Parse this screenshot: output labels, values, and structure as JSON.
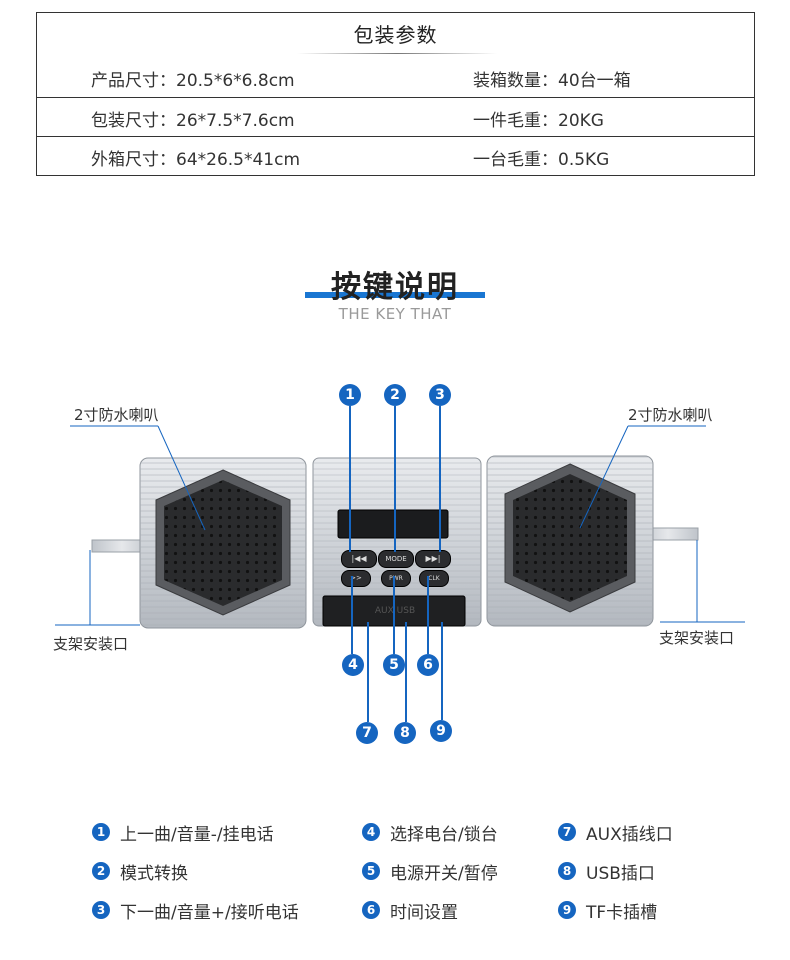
{
  "spec": {
    "title": "包装参数",
    "rows": [
      {
        "left": "产品尺寸：20.5*6*6.8cm",
        "right": "装箱数量：40台一箱"
      },
      {
        "left": "包装尺寸：26*7.5*7.6cm",
        "right": "一件毛重：20KG"
      },
      {
        "left": "外箱尺寸：64*26.5*41cm",
        "right": "一台毛重：0.5KG"
      }
    ]
  },
  "keys": {
    "title": "按键说明",
    "subtitle": "THE KEY THAT"
  },
  "diagram": {
    "callouts": {
      "speaker_left": "2寸防水喇叭",
      "speaker_right": "2寸防水喇叭",
      "mount_left": "支架安装口",
      "mount_right": "支架安装口"
    },
    "buttons": {
      "prev": "|◀◀",
      "mode": "MODE",
      "next": "▶▶|",
      "fwd": ">>",
      "pwr": "PWR",
      "clk": "CLK"
    },
    "port_label": "AUX    USB",
    "numbers": [
      "1",
      "2",
      "3",
      "4",
      "5",
      "6",
      "7",
      "8",
      "9"
    ]
  },
  "legend": [
    {
      "num": "1",
      "text": "上一曲/音量-/挂电话"
    },
    {
      "num": "2",
      "text": "模式转换"
    },
    {
      "num": "3",
      "text": "下一曲/音量+/接听电话"
    },
    {
      "num": "4",
      "text": "选择电台/锁台"
    },
    {
      "num": "5",
      "text": "电源开关/暂停"
    },
    {
      "num": "6",
      "text": "时间设置"
    },
    {
      "num": "7",
      "text": "AUX插线口"
    },
    {
      "num": "8",
      "text": "USB插口"
    },
    {
      "num": "9",
      "text": "TF卡插槽"
    }
  ],
  "colors": {
    "accent": "#1565c0",
    "title_bar": "#1976d2"
  }
}
